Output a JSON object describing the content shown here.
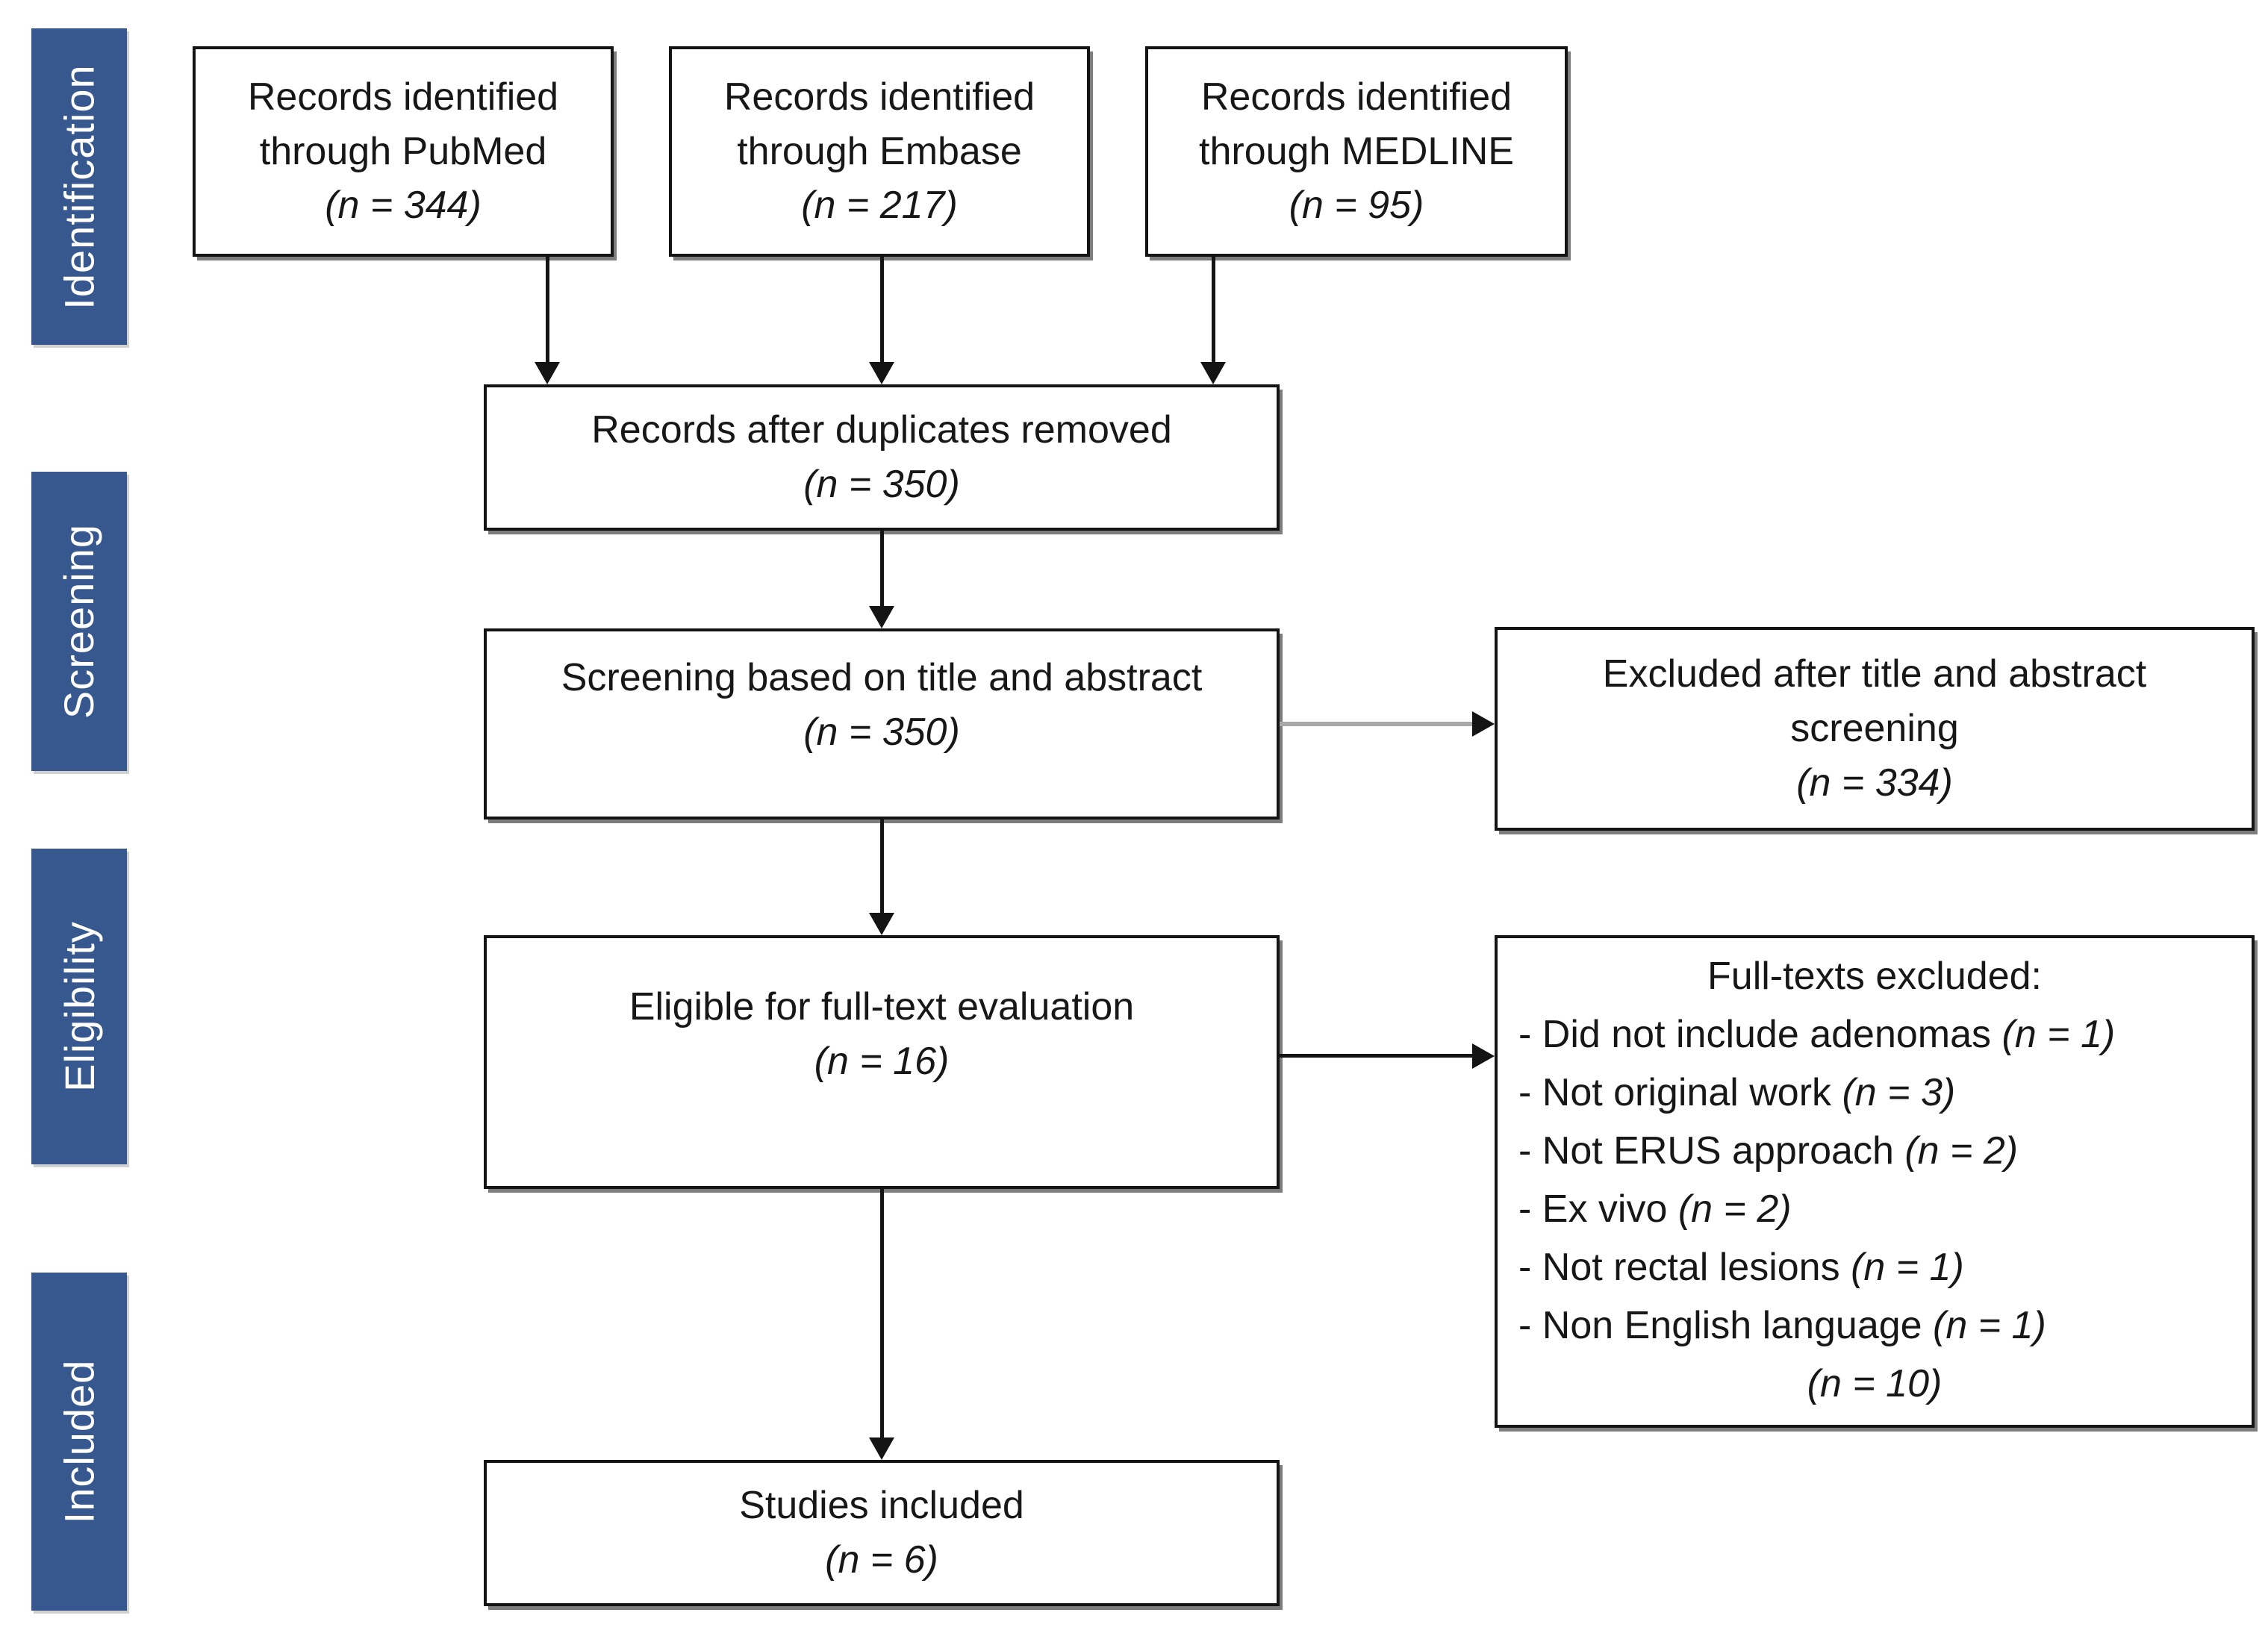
{
  "colors": {
    "sidebar_blue": "#36588f",
    "line_black": "#141414",
    "connector_gray": "#a8a8a8",
    "shadow_gray": "#7d7d7d",
    "text_black": "#171717",
    "background": "#ffffff"
  },
  "sidebar": {
    "items": [
      "Identification",
      "Screening",
      "Eligibility",
      "Included"
    ]
  },
  "boxes": {
    "pubmed": {
      "text": "Records identified through PubMed",
      "n": "(n = 344)"
    },
    "embase": {
      "text": "Records identified through Embase",
      "n": "(n = 217)"
    },
    "medline": {
      "text": "Records identified through MEDLINE",
      "n": "(n = 95)"
    },
    "duplicates": {
      "text": "Records after duplicates removed",
      "n": "(n = 350)"
    },
    "screening": {
      "text": "Screening based on title and abstract",
      "n": "(n = 350)"
    },
    "excluded_screening": {
      "text": "Excluded after title and abstract screening",
      "n": "(n = 334)"
    },
    "eligibility": {
      "text": "Eligible for full-text evaluation",
      "n": "(n = 16)"
    },
    "fulltext_excluded": {
      "title": "Full-texts excluded:",
      "reasons": [
        {
          "label": "- Did not include adenomas",
          "n": "(n = 1)"
        },
        {
          "label": "- Not original work",
          "n": "(n = 3)"
        },
        {
          "label": "- Not ERUS approach",
          "n": "(n = 2)"
        },
        {
          "label": "- Ex vivo",
          "n": "(n = 2)"
        },
        {
          "label": "- Not rectal lesions",
          "n": "(n = 1)"
        },
        {
          "label": "- Non English language",
          "n": "(n = 1)"
        }
      ],
      "total_n": "(n = 10)"
    },
    "included": {
      "text": "Studies included",
      "n": "(n = 6)"
    }
  }
}
